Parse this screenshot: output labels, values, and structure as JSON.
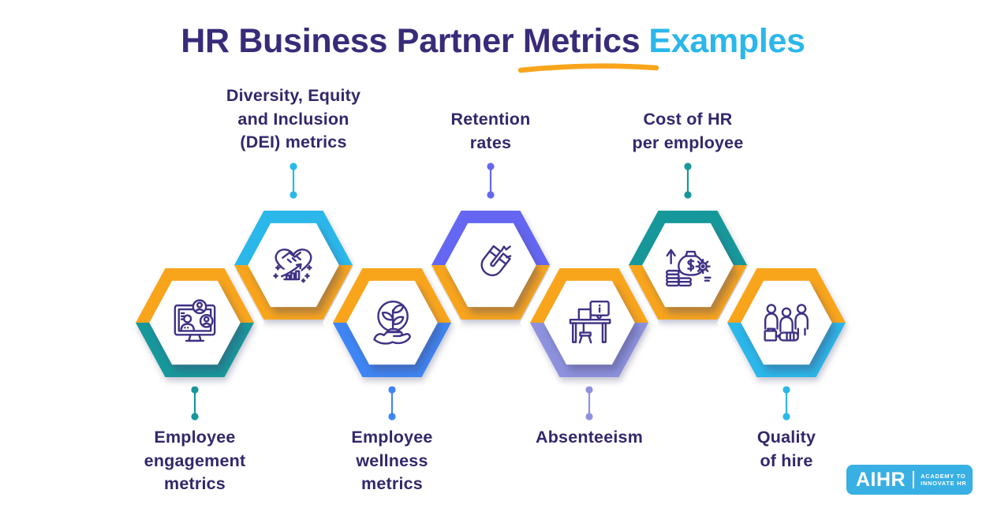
{
  "title": {
    "main": "HR Business Partner Metrics",
    "highlight": "Examples"
  },
  "metrics": [
    {
      "id": "employee-engagement-metrics",
      "label": "Employee\nengagement\nmetrics",
      "label_position": "bottom",
      "hex_top_color": "orange",
      "hex_bottom_color": "teal",
      "connector_color": "teal",
      "icon": "video-call-monitor-icon"
    },
    {
      "id": "dei-metrics",
      "label": "Diversity, Equity\nand Inclusion\n(DEI) metrics",
      "label_position": "top",
      "hex_top_color": "cyan",
      "hex_bottom_color": "orange",
      "connector_color": "cyan",
      "icon": "handshake-heart-growth-icon"
    },
    {
      "id": "employee-wellness-metrics",
      "label": "Employee\nwellness\nmetrics",
      "label_position": "bottom",
      "hex_top_color": "orange",
      "hex_bottom_color": "blue",
      "connector_color": "blue",
      "icon": "plant-in-hand-icon"
    },
    {
      "id": "retention-rates",
      "label": "Retention\nrates",
      "label_position": "top",
      "hex_top_color": "purple",
      "hex_bottom_color": "orange",
      "connector_color": "purple",
      "icon": "magnet-icon"
    },
    {
      "id": "absenteeism",
      "label": "Absenteeism",
      "label_position": "bottom",
      "hex_top_color": "orange",
      "hex_bottom_color": "periwinkle",
      "connector_color": "periwinkle",
      "icon": "empty-desk-icon"
    },
    {
      "id": "cost-of-hr-per-employee",
      "label": "Cost of HR\nper employee",
      "label_position": "top",
      "hex_top_color": "teal",
      "hex_bottom_color": "orange",
      "connector_color": "teal",
      "icon": "money-bag-coins-icon"
    },
    {
      "id": "quality-of-hire",
      "label": "Quality\nof hire",
      "label_position": "bottom",
      "hex_top_color": "orange",
      "hex_bottom_color": "cyan",
      "connector_color": "cyan",
      "icon": "candidates-handshake-icon"
    }
  ],
  "logo": {
    "brand": "AIHR",
    "tagline_line1": "ACADEMY TO",
    "tagline_line2": "INNOVATE HR"
  },
  "colors": {
    "orange": "#F9A51C",
    "teal": "#16989B",
    "cyan": "#2BB7EA",
    "blue": "#3E86F5",
    "purple": "#6567F2",
    "periwinkle": "#8E92DE",
    "title_indigo": "#392B79",
    "label_indigo": "#33276B",
    "icon_stroke": "#3F3184",
    "logo_bg": "#38B0E3",
    "background": "#FFFFFF"
  }
}
